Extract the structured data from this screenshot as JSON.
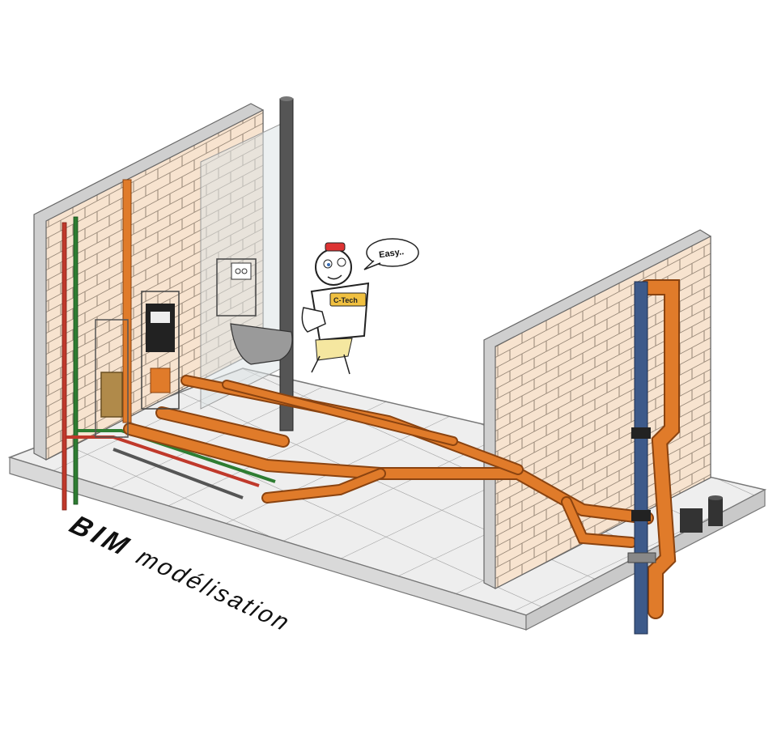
{
  "caption": {
    "bold_part": "BIM",
    "rest_part": "modélisation"
  },
  "mascot": {
    "speech": "Easy..",
    "badge": "C-Tech"
  },
  "colors": {
    "orange_pipe": "#e07b2a",
    "blue_pipe": "#3d5a8a",
    "red_pipe": "#c0392b",
    "green_pipe": "#2e7d32",
    "grey_pipe": "#555555",
    "brick": "#f7e3cf",
    "slab": "#e4e4e4"
  }
}
